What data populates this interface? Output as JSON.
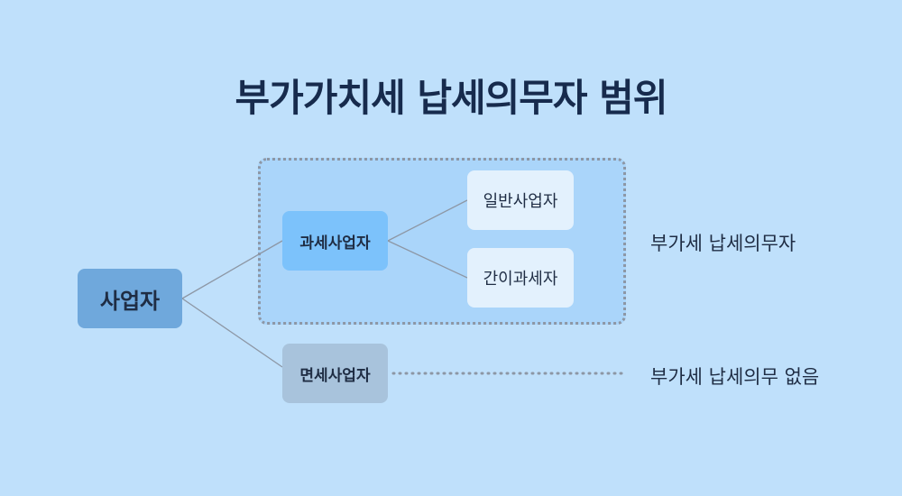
{
  "title": "부가가치세 납세의무자 범위",
  "nodes": {
    "root": "사업자",
    "taxable": "과세사업자",
    "exempt": "면세사업자",
    "general": "일반사업자",
    "simplified": "간이과세자"
  },
  "labels": {
    "liable": "부가세 납세의무자",
    "exempt": "부가세 납세의무 없음"
  },
  "colors": {
    "background": "#bfe0fb",
    "title": "#172b4d",
    "root_node": "#6fa8dc",
    "taxable_node": "#7cc2fb",
    "exempt_node": "#a8c3dc",
    "leaf_node": "#e3f1fd",
    "group_box": "#aad5fa",
    "connector": "#8d97a5"
  }
}
